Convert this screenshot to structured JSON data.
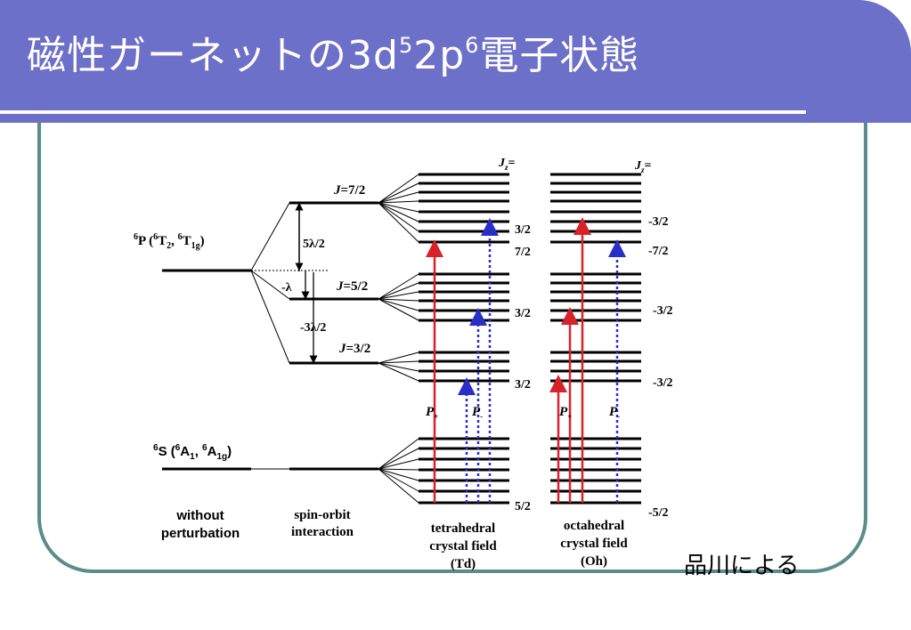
{
  "slide": {
    "title_main": "磁性ガーネットの3d",
    "title_sup1": "5",
    "title_mid": "2p",
    "title_sup2": "6",
    "title_end": "電子状態",
    "credit": "品川による"
  },
  "colors": {
    "header": "#6d70c8",
    "frame": "#5b8c8c",
    "red": "#d8222a",
    "blue": "#2a2ec8"
  },
  "levels": {
    "p_state": {
      "sup1": "6",
      "letter": "P (",
      "sup2": "6",
      "t2": "T",
      "t2_sub": "2",
      "comma": ", ",
      "sup3": "6",
      "t1g": "T",
      "t1g_sub": "1g",
      "close": ")"
    },
    "s_state": {
      "sup1": "6",
      "letter": "S (",
      "sup2": "6",
      "a1": "A",
      "a1_sub": "1",
      "comma": ", ",
      "sup3": "6",
      "a1g": "A",
      "a1g_sub": "1g",
      "close": ")"
    },
    "j72": {
      "j": "J",
      "val": "=7/2"
    },
    "j52": {
      "j": "J",
      "val": "=5/2"
    },
    "j32": {
      "j": "J",
      "val": "=3/2"
    },
    "split_5l2": "5λ/2",
    "split_ml": "-λ",
    "split_m3l2": "-3λ/2"
  },
  "td": {
    "jz_label": "J",
    "jz_sub": "z",
    "jz_eq": "=",
    "j72_top": "3/2",
    "j72_bottom": "7/2",
    "j52": "3/2",
    "j32": "3/2",
    "s": "5/2",
    "p_plus": "P",
    "p_plus_sub": "+",
    "p_minus": "P",
    "p_minus_sub": "-"
  },
  "oh": {
    "jz_label": "J",
    "jz_sub": "z",
    "jz_eq": "=",
    "j72_top": "-3/2",
    "j72_bottom": "-7/2",
    "j52": "-3/2",
    "j32": "-3/2",
    "s": "-5/2",
    "p_plus": "P",
    "p_plus_sub": "+",
    "p_minus": "P",
    "p_minus_sub": "-"
  },
  "columns": {
    "without": [
      "without",
      "perturbation"
    ],
    "spin_orbit": [
      "spin-orbit",
      "interaction"
    ],
    "tetrahedral": [
      "tetrahedral",
      "crystal field",
      "(Td)"
    ],
    "octahedral": [
      "octahedral",
      "crystal field",
      "(Oh)"
    ]
  }
}
